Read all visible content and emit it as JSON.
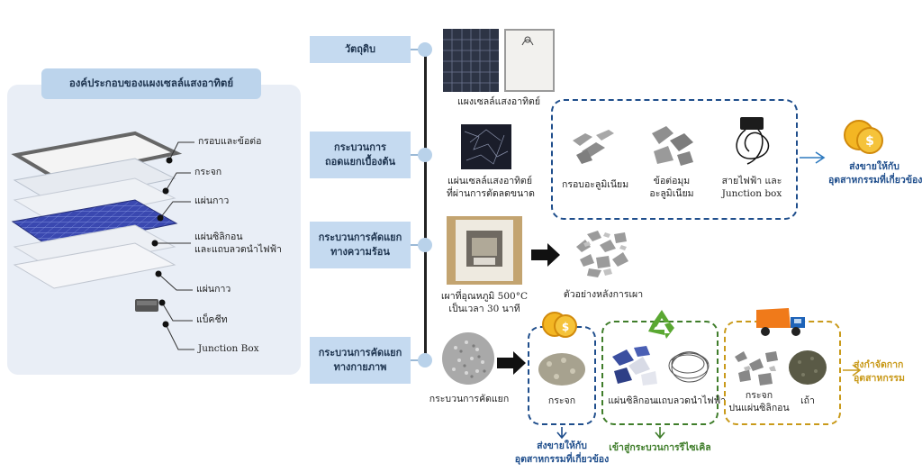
{
  "left_panel": {
    "title": "องค์ประกอบของแผงเซลล์แสงอาทิตย์",
    "layers": [
      {
        "label": "กรอบและข้อต่อ"
      },
      {
        "label": "กระจก"
      },
      {
        "label": "แผ่นกาว"
      },
      {
        "label": "แผ่นซิลิกอน\nและแถบลวดนำไฟฟ้า"
      },
      {
        "label": "แผ่นกาว"
      },
      {
        "label": "แบ็คชีท"
      },
      {
        "label": "Junction Box"
      }
    ]
  },
  "steps": [
    {
      "label": "วัตถุดิบ"
    },
    {
      "label": "กระบวนการ\nถอดแยกเบื้องต้น"
    },
    {
      "label": "กระบวนการคัดแยก\nทางความร้อน"
    },
    {
      "label": "กระบวนการคัดแยก\nทางกายภาพ"
    }
  ],
  "raw": {
    "caption": "แผงเซลล์แสงอาทิตย์"
  },
  "dismantle": {
    "caption": "แผ่นเซลล์แสงอาทิตย์\nที่ผ่านการตัดลดขนาด",
    "items": [
      {
        "label": "กรอบอะลูมิเนียม"
      },
      {
        "label": "ข้อต่อมุม\nอะลูมิเนียม"
      },
      {
        "label": "สายไฟฟ้า และ\nJunction box"
      }
    ],
    "outcome": "ส่งขายให้กับ\nอุตสาหกรรมที่เกี่ยวข้อง"
  },
  "thermal": {
    "furnace_caption": "เผาที่อุณหภูมิ 500°C\nเป็นเวลา 30 นาที",
    "sample_caption": "ตัวอย่างหลังการเผา"
  },
  "physical": {
    "caption": "กระบวนการคัดแยก",
    "glass": {
      "label": "กระจก",
      "outcome": "ส่งขายให้กับ\nอุตสาหกรรมที่เกี่ยวข้อง"
    },
    "recycle": {
      "items": [
        {
          "label": "แผ่นซิลิกอน"
        },
        {
          "label": "แถบลวดนำไฟฟ้า"
        }
      ],
      "outcome": "เข้าสู่กระบวนการรีไซเคิล"
    },
    "disposal": {
      "items": [
        {
          "label": "กระจก\nปนแผ่นซิลิกอน"
        },
        {
          "label": "เถ้า"
        }
      ],
      "outcome": "ส่งกำจัดกาก\nอุตสาหกรรม"
    }
  },
  "colors": {
    "blue": "#1f4e8c",
    "green": "#3f7d2a",
    "gold": "#c99a1a",
    "accent": "#2e7abf"
  },
  "icons": [
    "coin-icon",
    "recycle-icon",
    "garbage-truck-icon",
    "arrow-right-icon"
  ]
}
